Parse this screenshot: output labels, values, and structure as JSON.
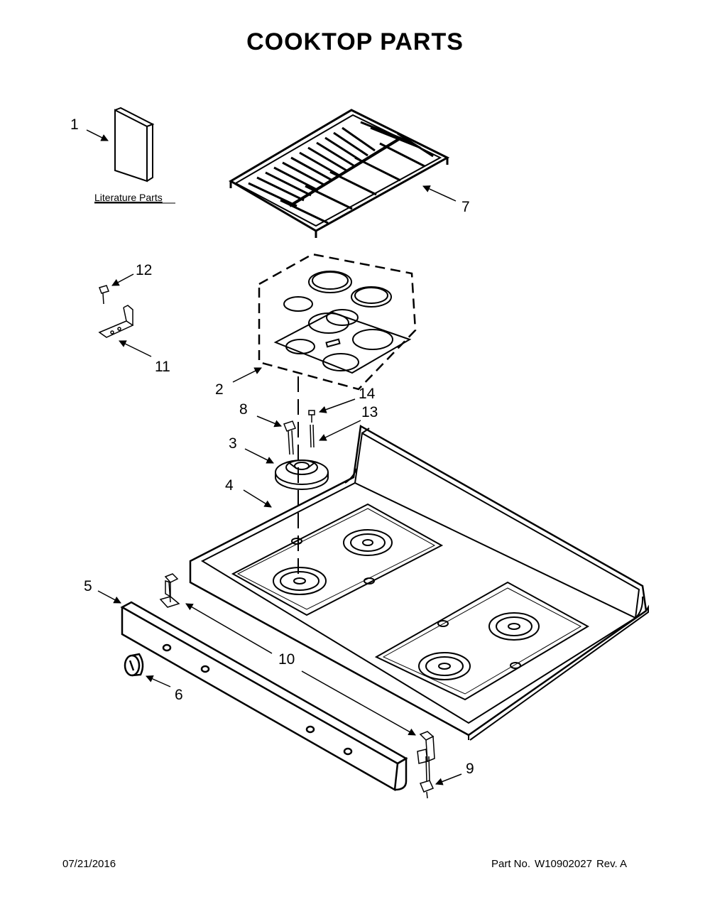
{
  "title": "COOKTOP PARTS",
  "literature_label": "Literature Parts",
  "callouts": {
    "c1": "1",
    "c2": "2",
    "c3": "3",
    "c4": "4",
    "c5": "5",
    "c6": "6",
    "c7": "7",
    "c8": "8",
    "c9": "9",
    "c10": "10",
    "c11": "11",
    "c12": "12",
    "c13": "13",
    "c14": "14"
  },
  "footer": {
    "date": "07/21/2016",
    "part_no_label": "Part No.",
    "part_no": "W10902027",
    "rev": "Rev. A"
  }
}
